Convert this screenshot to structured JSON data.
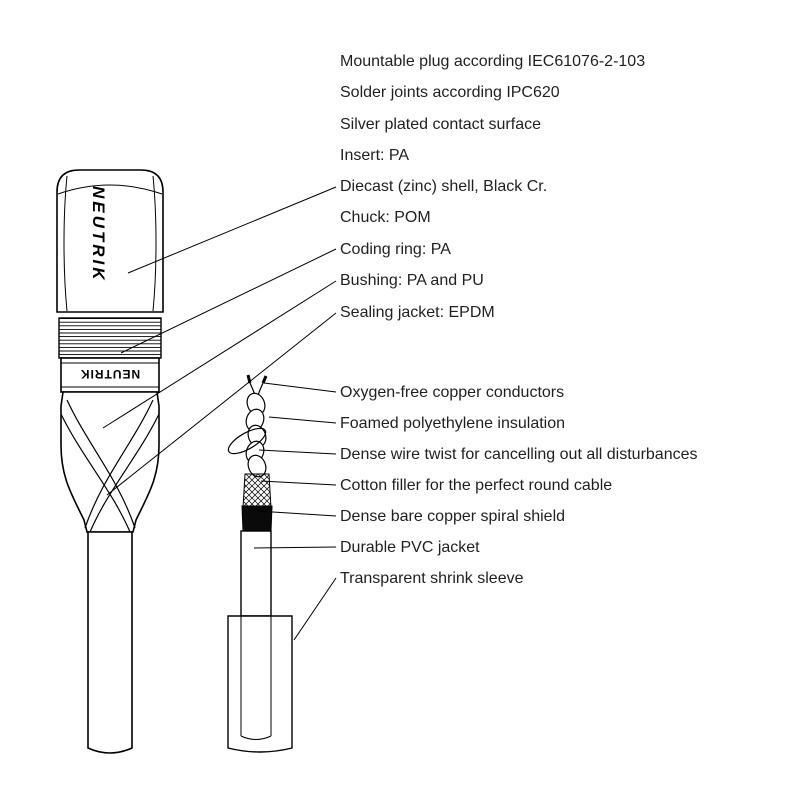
{
  "diagram": {
    "brand": "NEUTRIK",
    "plug_labels": [
      "Mountable plug according IEC61076-2-103",
      "Solder joints according IPC620",
      "Silver plated contact surface",
      "Insert: PA",
      "Diecast (zinc) shell, Black Cr.",
      "Chuck: POM",
      "Coding ring: PA",
      "Bushing: PA and PU",
      "Sealing jacket: EPDM"
    ],
    "cable_labels": [
      "Oxygen-free copper conductors",
      "Foamed polyethylene insulation",
      "Dense wire twist for cancelling out all disturbances",
      "Cotton filler for the perfect round cable",
      "Dense bare copper spiral shield",
      "Durable PVC jacket",
      "Transparent shrink sleeve"
    ],
    "colors": {
      "line": "#000000",
      "text": "#1f1f1f",
      "background": "#ffffff"
    }
  }
}
